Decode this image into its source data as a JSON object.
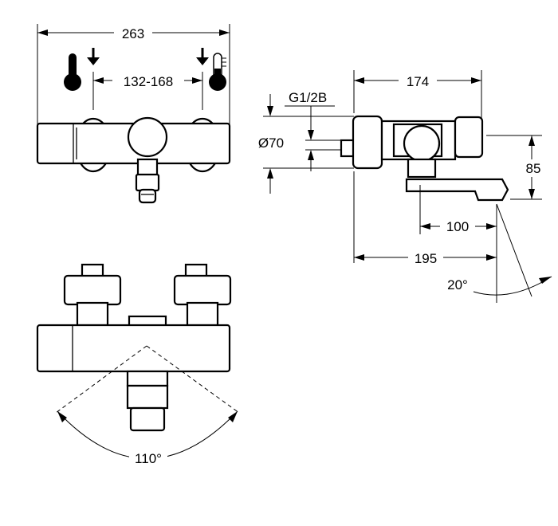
{
  "dimensions": {
    "overall_width": "263",
    "inlet_spacing": "132-168",
    "side_depth": "174",
    "thread": "G1/2B",
    "cover_diameter": "Ø70",
    "spout_height": "85",
    "spout_reach": "100",
    "total_reach": "195",
    "spout_angle": "20°",
    "swivel_angle": "110°"
  },
  "symbols": {
    "cold_thermometer": "thermometer-full-icon",
    "hot_thermometer": "thermometer-partial-icon",
    "flow_arrow": "arrow-down-icon"
  }
}
